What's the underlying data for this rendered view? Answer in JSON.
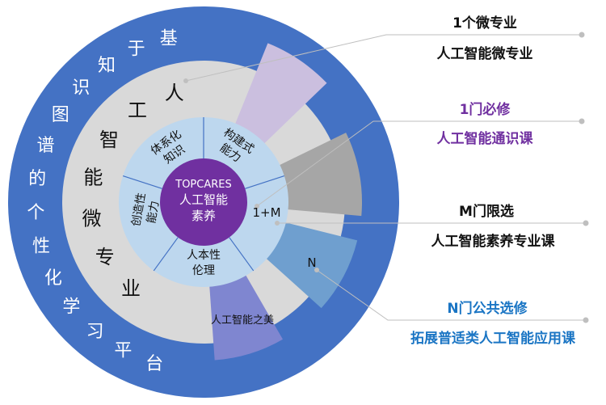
{
  "colors": {
    "outer_ring": "#4472c4",
    "middle_ring": "#d9d9d9",
    "inner_ring": "#bdd7ee",
    "core": "#7030a0",
    "sector_micro": "#cbbfdf",
    "sector_required": "#a6a6a6",
    "sector_elective": "#6f9fcf",
    "sector_public": "#7f86d0",
    "purple_text": "#7030a0",
    "blue_text": "#1a75c4"
  },
  "outer_ring_text": [
    "基",
    "于",
    "知",
    "识",
    "图",
    "谱",
    "的",
    "个",
    "性",
    "化",
    "学",
    "习",
    "平",
    "台"
  ],
  "middle_ring_text": [
    "人",
    "工",
    "智",
    "能",
    "微",
    "专",
    "业"
  ],
  "core": {
    "line1": "TOPCARES",
    "line2": "人工智能",
    "line3": "素养"
  },
  "inner_segments": [
    {
      "line1": "体系化",
      "line2": "知识"
    },
    {
      "line1": "构建式",
      "line2": "能力"
    },
    {
      "line1": "1+M",
      "line2": ""
    },
    {
      "line1": "人本性",
      "line2": "伦理"
    },
    {
      "line1": "创造性",
      "line2": "能力"
    }
  ],
  "sector_labels": {
    "public": "人工智能之美",
    "elective": "N"
  },
  "legend": [
    {
      "title": "1个微专业",
      "subtitle": "人工智能微专业",
      "color": "#111111"
    },
    {
      "title": "1门必修",
      "subtitle": "人工智能通识课",
      "color": "#7030a0"
    },
    {
      "title": "M门限选",
      "subtitle": "人工智能素养专业课",
      "color": "#111111"
    },
    {
      "title": "N门公共选修",
      "subtitle": "拓展普适类人工智能应用课",
      "color": "#1a75c4"
    }
  ]
}
